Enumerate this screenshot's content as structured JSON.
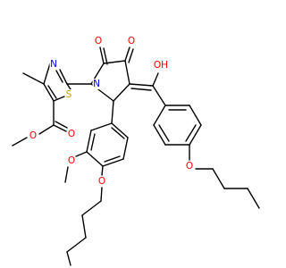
{
  "structure": {
    "atoms": [
      {
        "id": "O_keto_a",
        "symbol": "O",
        "color": "#ff0000"
      },
      {
        "id": "O_keto_b",
        "symbol": "O",
        "color": "#ff0000"
      },
      {
        "id": "OH_enol",
        "symbol": "OH",
        "color": "#ff0000"
      },
      {
        "id": "N_ring",
        "symbol": "N",
        "color": "#0000ff"
      },
      {
        "id": "N_thiazole",
        "symbol": "N",
        "color": "#0000ff"
      },
      {
        "id": "S_thiazole",
        "symbol": "S",
        "color": "#c8a000"
      },
      {
        "id": "O_ester_carbonyl",
        "symbol": "O",
        "color": "#ff0000"
      },
      {
        "id": "O_ester_ether",
        "symbol": "O",
        "color": "#ff0000"
      },
      {
        "id": "O_methoxy",
        "symbol": "O",
        "color": "#ff0000"
      },
      {
        "id": "O_pentyloxy",
        "symbol": "O",
        "color": "#ff0000"
      },
      {
        "id": "O_butoxy",
        "symbol": "O",
        "color": "#ff0000"
      }
    ]
  }
}
